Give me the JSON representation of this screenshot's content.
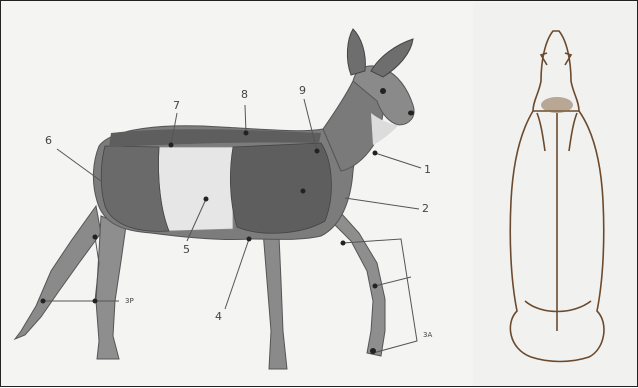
{
  "figure": {
    "labels": {
      "l1": "1",
      "l2": "2",
      "l3a": "3A",
      "l3p": "3P",
      "l4": "4",
      "l5": "5",
      "l6": "6",
      "l7": "7",
      "l8": "8",
      "l9": "9"
    }
  },
  "colors": {
    "body": "#7c7c7c",
    "dark_body": "#5e5e5e",
    "pale_patch": "#e6e6e6",
    "outline": "#6b4a2e",
    "leader_line": "#555555",
    "background": "#f4f4f2"
  }
}
